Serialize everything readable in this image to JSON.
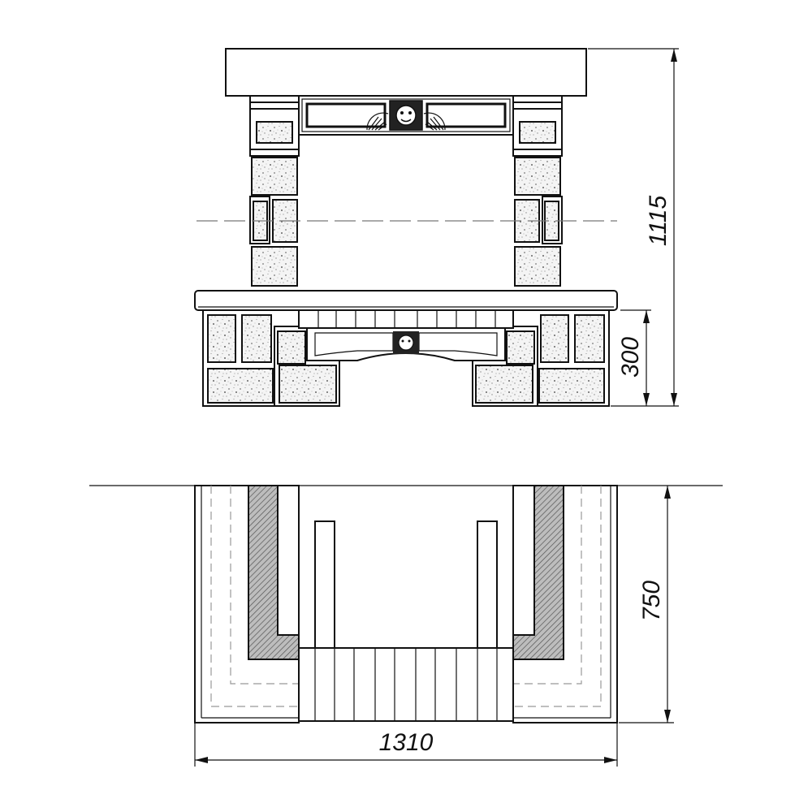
{
  "dimensions": {
    "height_total": "1115",
    "base_height": "300",
    "depth": "750",
    "width": "1310"
  },
  "colors": {
    "line": "#111111",
    "stone_speckle": "#8a8a8a",
    "hatch": "#555555",
    "dashed": "#777777"
  }
}
